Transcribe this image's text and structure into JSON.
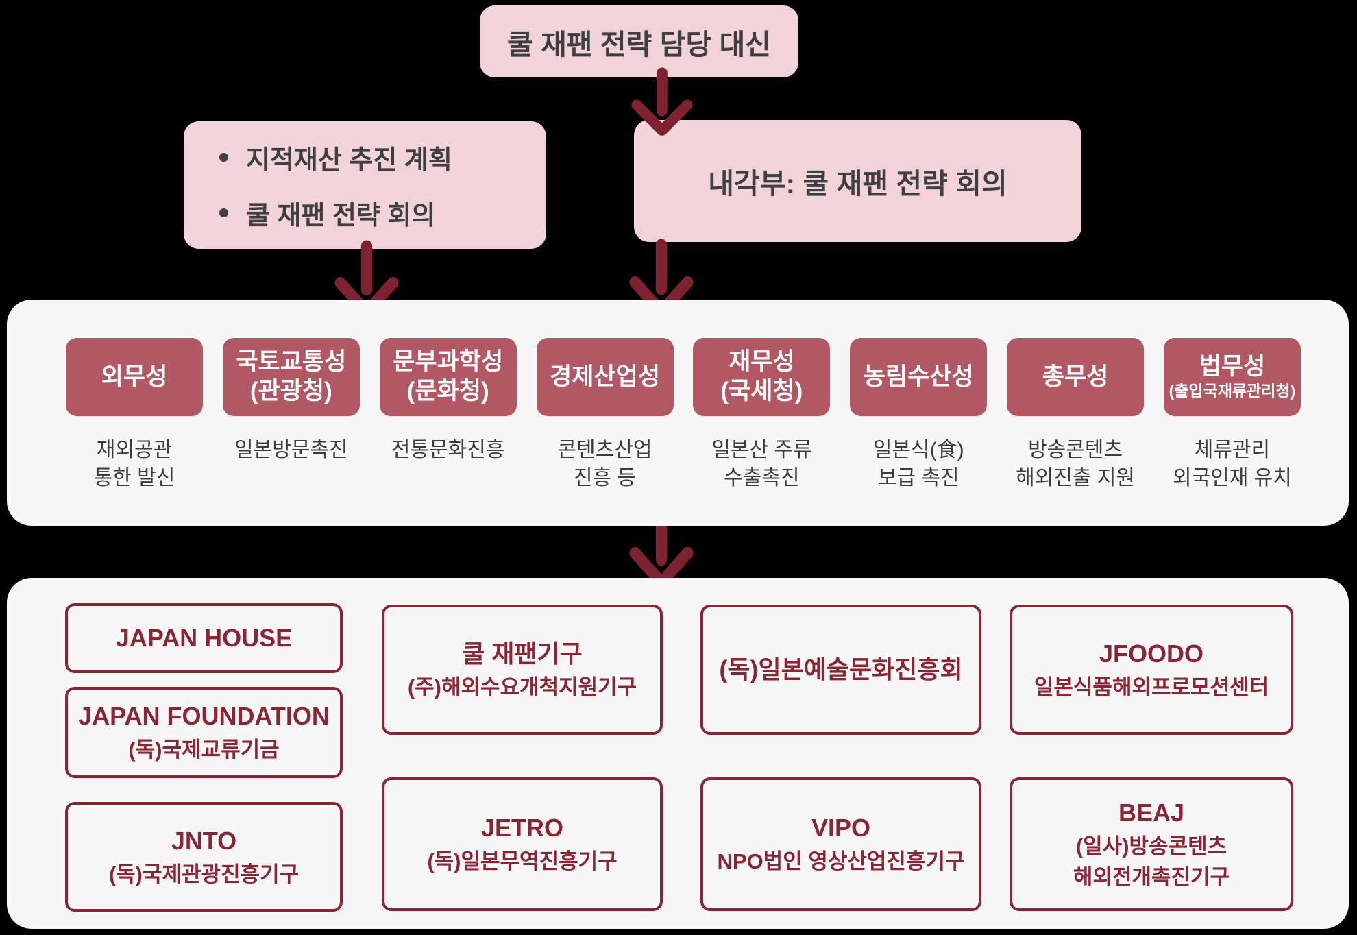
{
  "colors": {
    "background": "#000000",
    "pink": "#f1d3d9",
    "pink_text": "#3f3f41",
    "arrow": "#7e2231",
    "ministry_fill": "#b15864",
    "ministry_text": "#ffffff",
    "panel": "#f8f7f7",
    "caption_text": "#3c3c3c",
    "maroon": "#8b2433"
  },
  "flow": {
    "top_box": "쿨 재팬 전략 담당 대신",
    "left_box": {
      "bullets": [
        "지적재산 추진 계획",
        "쿨 재팬 전략 회의"
      ]
    },
    "right_box": "내각부: 쿨 재팬 전략 회의"
  },
  "ministries": [
    {
      "name_lines": [
        "외무성"
      ],
      "caption_lines": [
        "재외공관",
        "통한 발신"
      ]
    },
    {
      "name_lines": [
        "국토교통성",
        "(관광청)"
      ],
      "caption_lines": [
        "일본방문촉진"
      ]
    },
    {
      "name_lines": [
        "문부과학성",
        "(문화청)"
      ],
      "caption_lines": [
        "전통문화진흥"
      ]
    },
    {
      "name_lines": [
        "경제산업성"
      ],
      "caption_lines": [
        "콘텐츠산업",
        "진흥 등"
      ]
    },
    {
      "name_lines": [
        "재무성",
        "(국세청)"
      ],
      "caption_lines": [
        "일본산 주류",
        "수출촉진"
      ]
    },
    {
      "name_lines": [
        "농림수산성"
      ],
      "caption_lines": [
        "일본식(食)",
        "보급 촉진"
      ]
    },
    {
      "name_lines": [
        "총무성"
      ],
      "caption_lines": [
        "방송콘텐츠",
        "해외진출 지원"
      ]
    },
    {
      "name_lines": [
        "법무성",
        "(출입국재류관리청)"
      ],
      "small_second_line": true,
      "caption_lines": [
        "체류관리",
        "외국인재 유치"
      ]
    }
  ],
  "agencies": {
    "columns": [
      [
        {
          "lines": [
            "JAPAN HOUSE"
          ]
        },
        {
          "lines": [
            "JAPAN FOUNDATION",
            "(독)국제교류기금"
          ]
        },
        {
          "lines": [
            "JNTO",
            "(독)국제관광진흥기구"
          ]
        }
      ],
      [
        {
          "lines": [
            "쿨 재팬기구",
            "(주)해외수요개척지원기구"
          ]
        },
        {
          "lines": [
            "JETRO",
            "(독)일본무역진흥기구"
          ]
        }
      ],
      [
        {
          "lines": [
            "(독)일본예술문화진흥회"
          ]
        },
        {
          "lines": [
            "VIPO",
            "NPO법인 영상산업진흥기구"
          ]
        }
      ],
      [
        {
          "lines": [
            "JFOODO",
            "일본식품해외프로모션센터"
          ]
        },
        {
          "lines": [
            "BEAJ",
            "(일사)방송콘텐츠",
            "해외전개촉진기구"
          ]
        }
      ]
    ]
  }
}
